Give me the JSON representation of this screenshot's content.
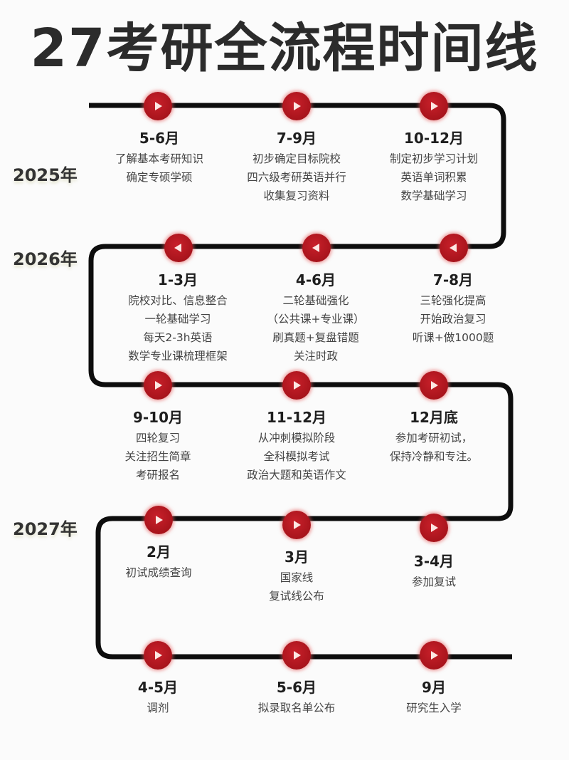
{
  "title": "27考研全流程时间线",
  "colors": {
    "node": "#b0161e",
    "path": "#0d0d0d",
    "title": "#2b2b2b"
  },
  "years": [
    {
      "label": "2025年"
    },
    {
      "label": "2026年"
    },
    {
      "label": "2027年"
    }
  ],
  "rows": [
    {
      "direction": "right",
      "items": [
        {
          "period": "5-6月",
          "lines": [
            "了解基本考研知识",
            "确定专硕学硕"
          ]
        },
        {
          "period": "7-9月",
          "lines": [
            "初步确定目标院校",
            "四六级考研英语并行",
            "收集复习资料"
          ]
        },
        {
          "period": "10-12月",
          "lines": [
            "制定初步学习计划",
            "英语单词积累",
            "数学基础学习"
          ]
        }
      ]
    },
    {
      "direction": "left",
      "items": [
        {
          "period": "1-3月",
          "lines": [
            "院校对比、信息整合",
            "一轮基础学习",
            "每天2-3h英语",
            "数学专业课梳理框架"
          ]
        },
        {
          "period": "4-6月",
          "lines": [
            "二轮基础强化",
            "（公共课+专业课）",
            "刷真题+复盘错题",
            "关注时政"
          ]
        },
        {
          "period": "7-8月",
          "lines": [
            "三轮强化提高",
            "开始政治复习",
            "听课+做1000题"
          ]
        }
      ]
    },
    {
      "direction": "right",
      "items": [
        {
          "period": "9-10月",
          "lines": [
            "四轮复习",
            "关注招生简章",
            "考研报名"
          ]
        },
        {
          "period": "11-12月",
          "lines": [
            "从冲刺模拟阶段",
            "全科模拟考试",
            "政治大题和英语作文"
          ]
        },
        {
          "period": "12月底",
          "lines": [
            "参加考研初试，",
            "保持冷静和专注。"
          ]
        }
      ]
    },
    {
      "direction": "right",
      "items": [
        {
          "period": "2月",
          "lines": [
            "初试成绩查询"
          ]
        },
        {
          "period": "3月",
          "lines": [
            "国家线",
            "复试线公布"
          ]
        },
        {
          "period": "3-4月",
          "lines": [
            "参加复试"
          ]
        }
      ]
    },
    {
      "direction": "right",
      "items": [
        {
          "period": "4-5月",
          "lines": [
            "调剂"
          ]
        },
        {
          "period": "5-6月",
          "lines": [
            "拟录取名单公布"
          ]
        },
        {
          "period": "9月",
          "lines": [
            "研究生入学"
          ]
        }
      ]
    }
  ],
  "icons": {
    "right": "play-right-icon",
    "left": "play-left-icon"
  }
}
